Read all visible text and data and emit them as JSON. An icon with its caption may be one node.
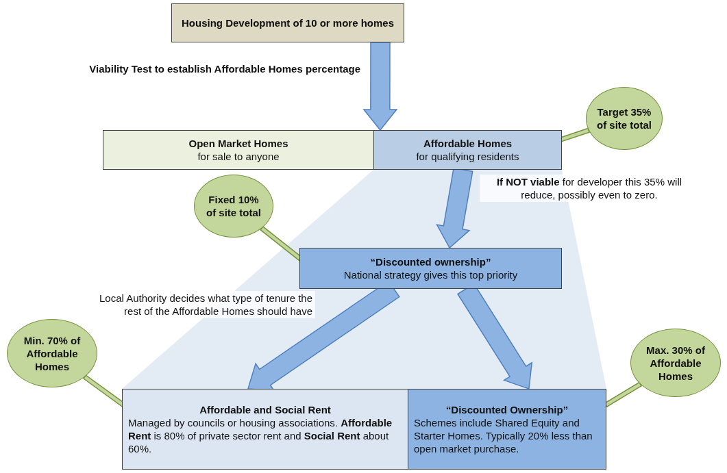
{
  "diagram": {
    "nodes": [
      {
        "text": [
          "Housing Development of 10 or more homes"
        ]
      },
      {
        "text": [
          "Open Market Homes",
          "for sale to anyone"
        ]
      },
      {
        "text": [
          "Affordable Homes",
          "for qualifying residents"
        ]
      },
      {
        "text": [
          "Target 35% of site total"
        ]
      },
      {
        "text": [
          "Fixed 10% of site total"
        ]
      },
      {
        "text": [
          "“Discounted ownership”",
          "National strategy gives this top priority"
        ]
      },
      {
        "text": [
          "Min. 70% of Affordable Homes"
        ]
      },
      {
        "text": [
          "Affordable and Social Rent",
          "Managed by councils or housing associations. **Affordable Rent** is 80% of private sector rent and **Social Rent** about 60%."
        ]
      },
      {
        "text": [
          "“Discounted Ownership”",
          "Schemes include Shared Equity and Starter Homes.  Typically 20% less than open market purchase."
        ]
      },
      {
        "text": [
          "Max. 30% of Affordable Homes"
        ]
      }
    ],
    "edges": [
      {
        "from": 0,
        "to": 2,
        "arrow": "to",
        "label": "Viability Test to establish Affordable Homes percentage"
      },
      {
        "from": 3,
        "to": 2,
        "arrow": "none",
        "color": "#c3d69b"
      },
      {
        "from": 2,
        "to": 5,
        "arrow": "to",
        "label": "**If NOT viable** for developer this 35% will reduce, possibly even to zero."
      },
      {
        "from": 4,
        "to": 5,
        "arrow": "none",
        "color": "#c3d69b"
      },
      {
        "from": 5,
        "to": 7,
        "arrow": "to",
        "label": "Local Authority decides what type of tenure the rest of the Affordable Homes should have"
      },
      {
        "from": 5,
        "to": 8,
        "arrow": "to"
      },
      {
        "from": 6,
        "to": 7,
        "arrow": "none",
        "color": "#c3d69b"
      },
      {
        "from": 9,
        "to": 8,
        "arrow": "none",
        "color": "#c3d69b"
      }
    ]
  }
}
